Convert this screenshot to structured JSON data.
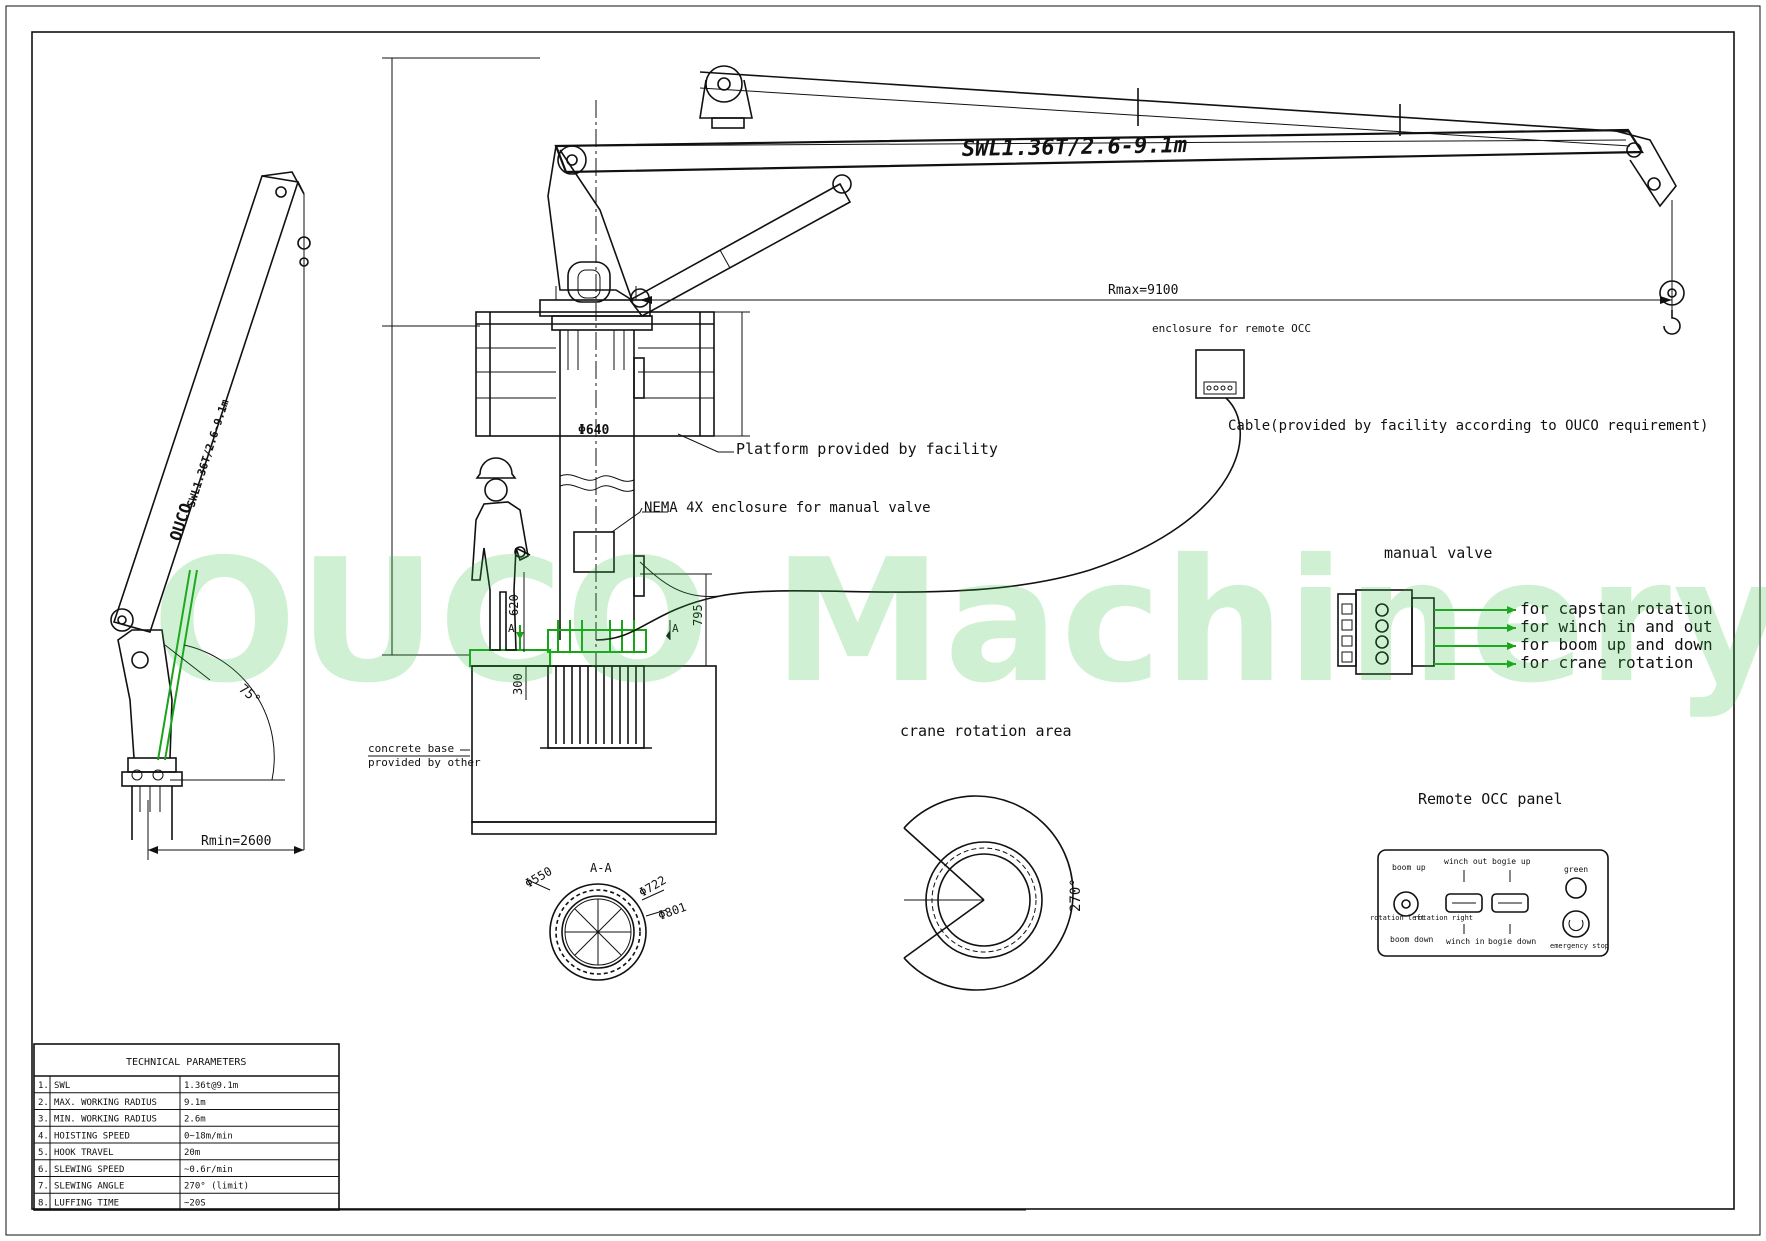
{
  "watermark": "OUCO Machinery",
  "boom": {
    "swl_label": "SWL1.36T/2.6-9.1m",
    "side_boom_text": "SWL1.36T/2.6-9.1m",
    "brand_mark": "OUCO",
    "rmax_label": "Rmax=9100",
    "rmin_label": "Rmin=2600",
    "luff_angle_label": "75°"
  },
  "dimensions": {
    "column_dia": "Φ640",
    "d620": "620",
    "d795": "795",
    "d300": "300",
    "section_mark": "A",
    "section_title": "A-A",
    "d550": "Φ550",
    "d722": "Φ722",
    "d801": "Φ801"
  },
  "callouts": {
    "platform": "Platform provided by facility",
    "nema": "NEMA 4X enclosure for manual valve",
    "enclosure_remote": "enclosure for remote OCC",
    "cable": "Cable(provided by facility according to OUCO requirement)",
    "concrete_line1": "concrete base",
    "concrete_line2": "provided by other"
  },
  "manual_valve": {
    "title": "manual valve",
    "functions": [
      "for capstan rotation",
      "for winch in and out",
      "for boom up and down",
      "for crane rotation"
    ]
  },
  "rotation_area": {
    "title": "crane rotation area",
    "angle": "270°"
  },
  "remote_panel": {
    "title": "Remote OCC panel",
    "labels": {
      "boom_up": "boom up",
      "boom_down": "boom down",
      "rotation_left": "rotation left",
      "rotation_right": "rotation right",
      "winch_out": "winch out",
      "winch_in": "winch in",
      "bogie_up": "bogie up",
      "bogie_down": "bogie down",
      "green": "green",
      "emergency_stop": "emergency stop"
    }
  },
  "tech_table": {
    "title": "TECHNICAL PARAMETERS",
    "rows": [
      {
        "no": "1.",
        "name": "SWL",
        "value": "1.36t@9.1m"
      },
      {
        "no": "2.",
        "name": "MAX. WORKING RADIUS",
        "value": "9.1m"
      },
      {
        "no": "3.",
        "name": "MIN. WORKING RADIUS",
        "value": "2.6m"
      },
      {
        "no": "4.",
        "name": "HOISTING SPEED",
        "value": "0~18m/min"
      },
      {
        "no": "5.",
        "name": "HOOK TRAVEL",
        "value": "20m"
      },
      {
        "no": "6.",
        "name": "SLEWING SPEED",
        "value": "~0.6r/min"
      },
      {
        "no": "7.",
        "name": "SLEWING ANGLE",
        "value": "270° (limit)"
      },
      {
        "no": "8.",
        "name": "LUFFING TIME",
        "value": "~20S"
      }
    ]
  }
}
